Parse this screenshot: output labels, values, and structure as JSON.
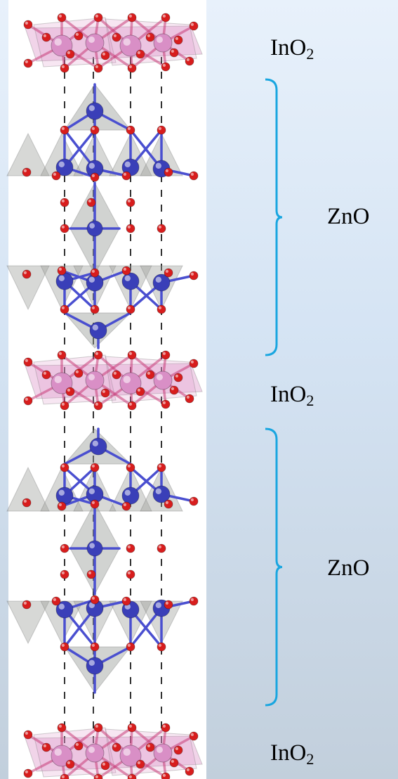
{
  "labels": {
    "ino2_top": {
      "base": "InO",
      "sub": "2"
    },
    "zno_upper": "ZnO",
    "ino2_mid": {
      "base": "InO",
      "sub": "2"
    },
    "zno_lower": "ZnO",
    "ino2_bottom": {
      "base": "InO",
      "sub": "2"
    }
  },
  "colors": {
    "indium": "#d98fc6",
    "zinc": "#3a3fb8",
    "oxygen": "#d81d1d",
    "polyhedron": "#9a9e98",
    "brace": "#19a6e0"
  },
  "icons": {
    "indium_atom": "pink-sphere",
    "zinc_atom": "blue-sphere",
    "oxygen_atom": "red-sphere"
  }
}
